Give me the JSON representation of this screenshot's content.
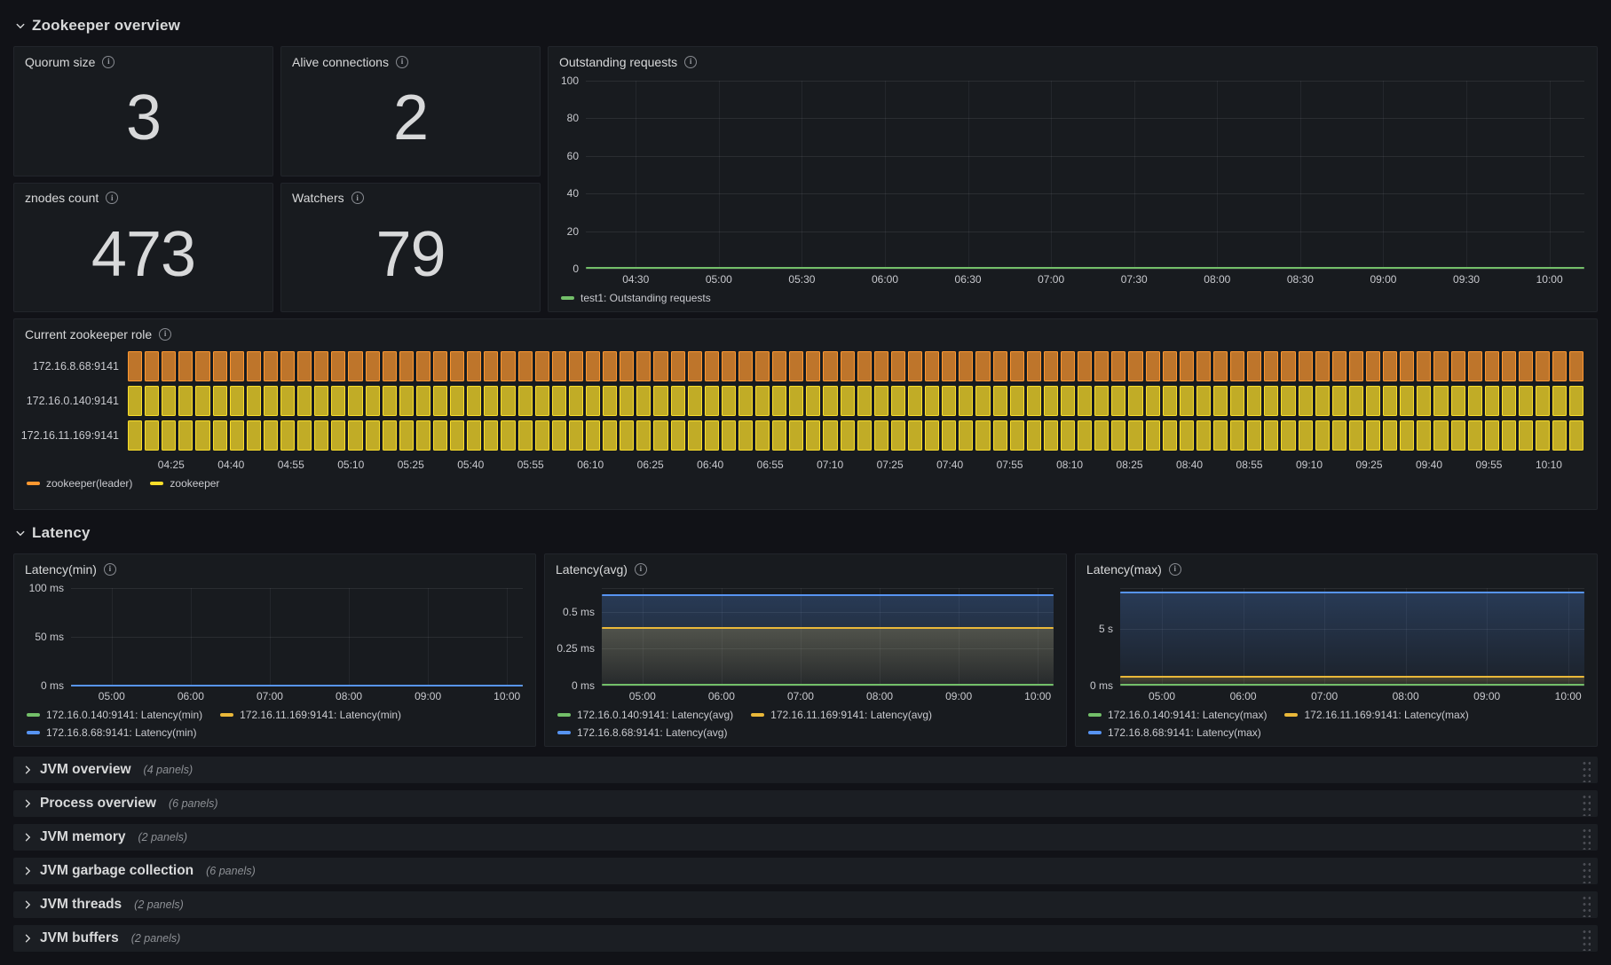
{
  "theme": {
    "page_bg": "#111217",
    "panel_bg": "#181b1f",
    "panel_border": "#22252b",
    "text_primary": "#d8d9da",
    "text_secondary": "#c8c9ce",
    "green": "#73bf69",
    "yellow": "#fade2a",
    "gold": "#eab839",
    "blue": "#5794f2",
    "orange": "#ff9830"
  },
  "section_overview": {
    "title": "Zookeeper overview"
  },
  "section_latency": {
    "title": "Latency"
  },
  "stat_panels": [
    {
      "title": "Quorum size",
      "value": "3"
    },
    {
      "title": "Alive connections",
      "value": "2"
    },
    {
      "title": "znodes count",
      "value": "473"
    },
    {
      "title": "Watchers",
      "value": "79"
    }
  ],
  "chart_data": [
    {
      "id": "outstanding",
      "type": "line",
      "title": "Outstanding requests",
      "ylim": [
        0,
        100
      ],
      "y_ticks": [
        {
          "label": "100",
          "value": 100
        },
        {
          "label": "80",
          "value": 80
        },
        {
          "label": "60",
          "value": 60
        },
        {
          "label": "40",
          "value": 40
        },
        {
          "label": "20",
          "value": 20
        },
        {
          "label": "0",
          "value": 0
        }
      ],
      "x_ticks": [
        "04:30",
        "05:00",
        "05:30",
        "06:00",
        "06:30",
        "07:00",
        "07:30",
        "08:00",
        "08:30",
        "09:00",
        "09:30",
        "10:00"
      ],
      "x_pad": [
        0.05,
        0.035
      ],
      "series": [
        {
          "name": "test1: Outstanding requests",
          "color": "#73bf69",
          "value": 0.5,
          "fill": false
        }
      ]
    },
    {
      "id": "role",
      "type": "state-timeline",
      "title": "Current zookeeper role",
      "bar_count": 86,
      "x_ticks": [
        "04:25",
        "04:40",
        "04:55",
        "05:10",
        "05:25",
        "05:40",
        "05:55",
        "06:10",
        "06:25",
        "06:40",
        "06:55",
        "07:10",
        "07:25",
        "07:40",
        "07:55",
        "08:10",
        "08:25",
        "08:40",
        "08:55",
        "09:10",
        "09:25",
        "09:40",
        "09:55",
        "10:10"
      ],
      "x_pad": [
        0.03,
        0.016
      ],
      "rows": [
        {
          "label": "172.16.8.68:9141",
          "state": "zookeeper(leader)",
          "color": "#ff9830",
          "fill_alpha": 0.72
        },
        {
          "label": "172.16.0.140:9141",
          "state": "zookeeper",
          "color": "#fade2a",
          "fill_alpha": 0.75
        },
        {
          "label": "172.16.11.169:9141",
          "state": "zookeeper",
          "color": "#fade2a",
          "fill_alpha": 0.75
        }
      ],
      "legend": [
        {
          "label": "zookeeper(leader)",
          "color": "#ff9830"
        },
        {
          "label": "zookeeper",
          "color": "#fade2a"
        }
      ]
    },
    {
      "id": "latency_min",
      "type": "line",
      "title": "Latency(min)",
      "ylim": [
        0,
        100
      ],
      "y_ticks": [
        {
          "label": "100 ms",
          "value": 100
        },
        {
          "label": "50 ms",
          "value": 50
        },
        {
          "label": "0 ms",
          "value": 0
        }
      ],
      "x_ticks": [
        "05:00",
        "06:00",
        "07:00",
        "08:00",
        "09:00",
        "10:00"
      ],
      "x_pad": [
        0.09,
        0.035
      ],
      "series": [
        {
          "name": "172.16.0.140:9141: Latency(min)",
          "color": "#73bf69",
          "value": 0.4,
          "fill": false
        },
        {
          "name": "172.16.11.169:9141: Latency(min)",
          "color": "#eab839",
          "value": 0.4,
          "fill": false
        },
        {
          "name": "172.16.8.68:9141: Latency(min)",
          "color": "#5794f2",
          "value": 0.4,
          "fill": false
        }
      ]
    },
    {
      "id": "latency_avg",
      "type": "line",
      "title": "Latency(avg)",
      "ylim": [
        0,
        0.66
      ],
      "y_ticks": [
        {
          "label": "",
          "value": 0.66
        },
        {
          "label": "0.5 ms",
          "value": 0.5
        },
        {
          "label": "0.25 ms",
          "value": 0.25
        },
        {
          "label": "0 ms",
          "value": 0
        }
      ],
      "x_ticks": [
        "05:00",
        "06:00",
        "07:00",
        "08:00",
        "09:00",
        "10:00"
      ],
      "x_pad": [
        0.09,
        0.035
      ],
      "series": [
        {
          "name": "172.16.0.140:9141: Latency(avg)",
          "color": "#73bf69",
          "value": 0.004,
          "fill": false
        },
        {
          "name": "172.16.11.169:9141: Latency(avg)",
          "color": "#eab839",
          "value": 0.39,
          "fill": true
        },
        {
          "name": "172.16.8.68:9141: Latency(avg)",
          "color": "#5794f2",
          "value": 0.615,
          "fill": true
        }
      ]
    },
    {
      "id": "latency_max",
      "type": "line",
      "title": "Latency(max)",
      "ylim": [
        0,
        8.6
      ],
      "y_ticks": [
        {
          "label": "",
          "value": 8.6
        },
        {
          "label": "5 s",
          "value": 5
        },
        {
          "label": "0 ms",
          "value": 0
        }
      ],
      "x_ticks": [
        "05:00",
        "06:00",
        "07:00",
        "08:00",
        "09:00",
        "10:00"
      ],
      "x_pad": [
        0.09,
        0.035
      ],
      "series": [
        {
          "name": "172.16.0.140:9141: Latency(max)",
          "color": "#73bf69",
          "value": 0.07,
          "fill": false
        },
        {
          "name": "172.16.11.169:9141: Latency(max)",
          "color": "#eab839",
          "value": 0.8,
          "fill": true
        },
        {
          "name": "172.16.8.68:9141: Latency(max)",
          "color": "#5794f2",
          "value": 8.2,
          "fill": true
        }
      ]
    }
  ],
  "collapsed_rows": [
    {
      "title": "JVM overview",
      "count": "(4 panels)"
    },
    {
      "title": "Process overview",
      "count": "(6 panels)"
    },
    {
      "title": "JVM memory",
      "count": "(2 panels)"
    },
    {
      "title": "JVM garbage collection",
      "count": "(6 panels)"
    },
    {
      "title": "JVM threads",
      "count": "(2 panels)"
    },
    {
      "title": "JVM buffers",
      "count": "(2 panels)"
    }
  ]
}
